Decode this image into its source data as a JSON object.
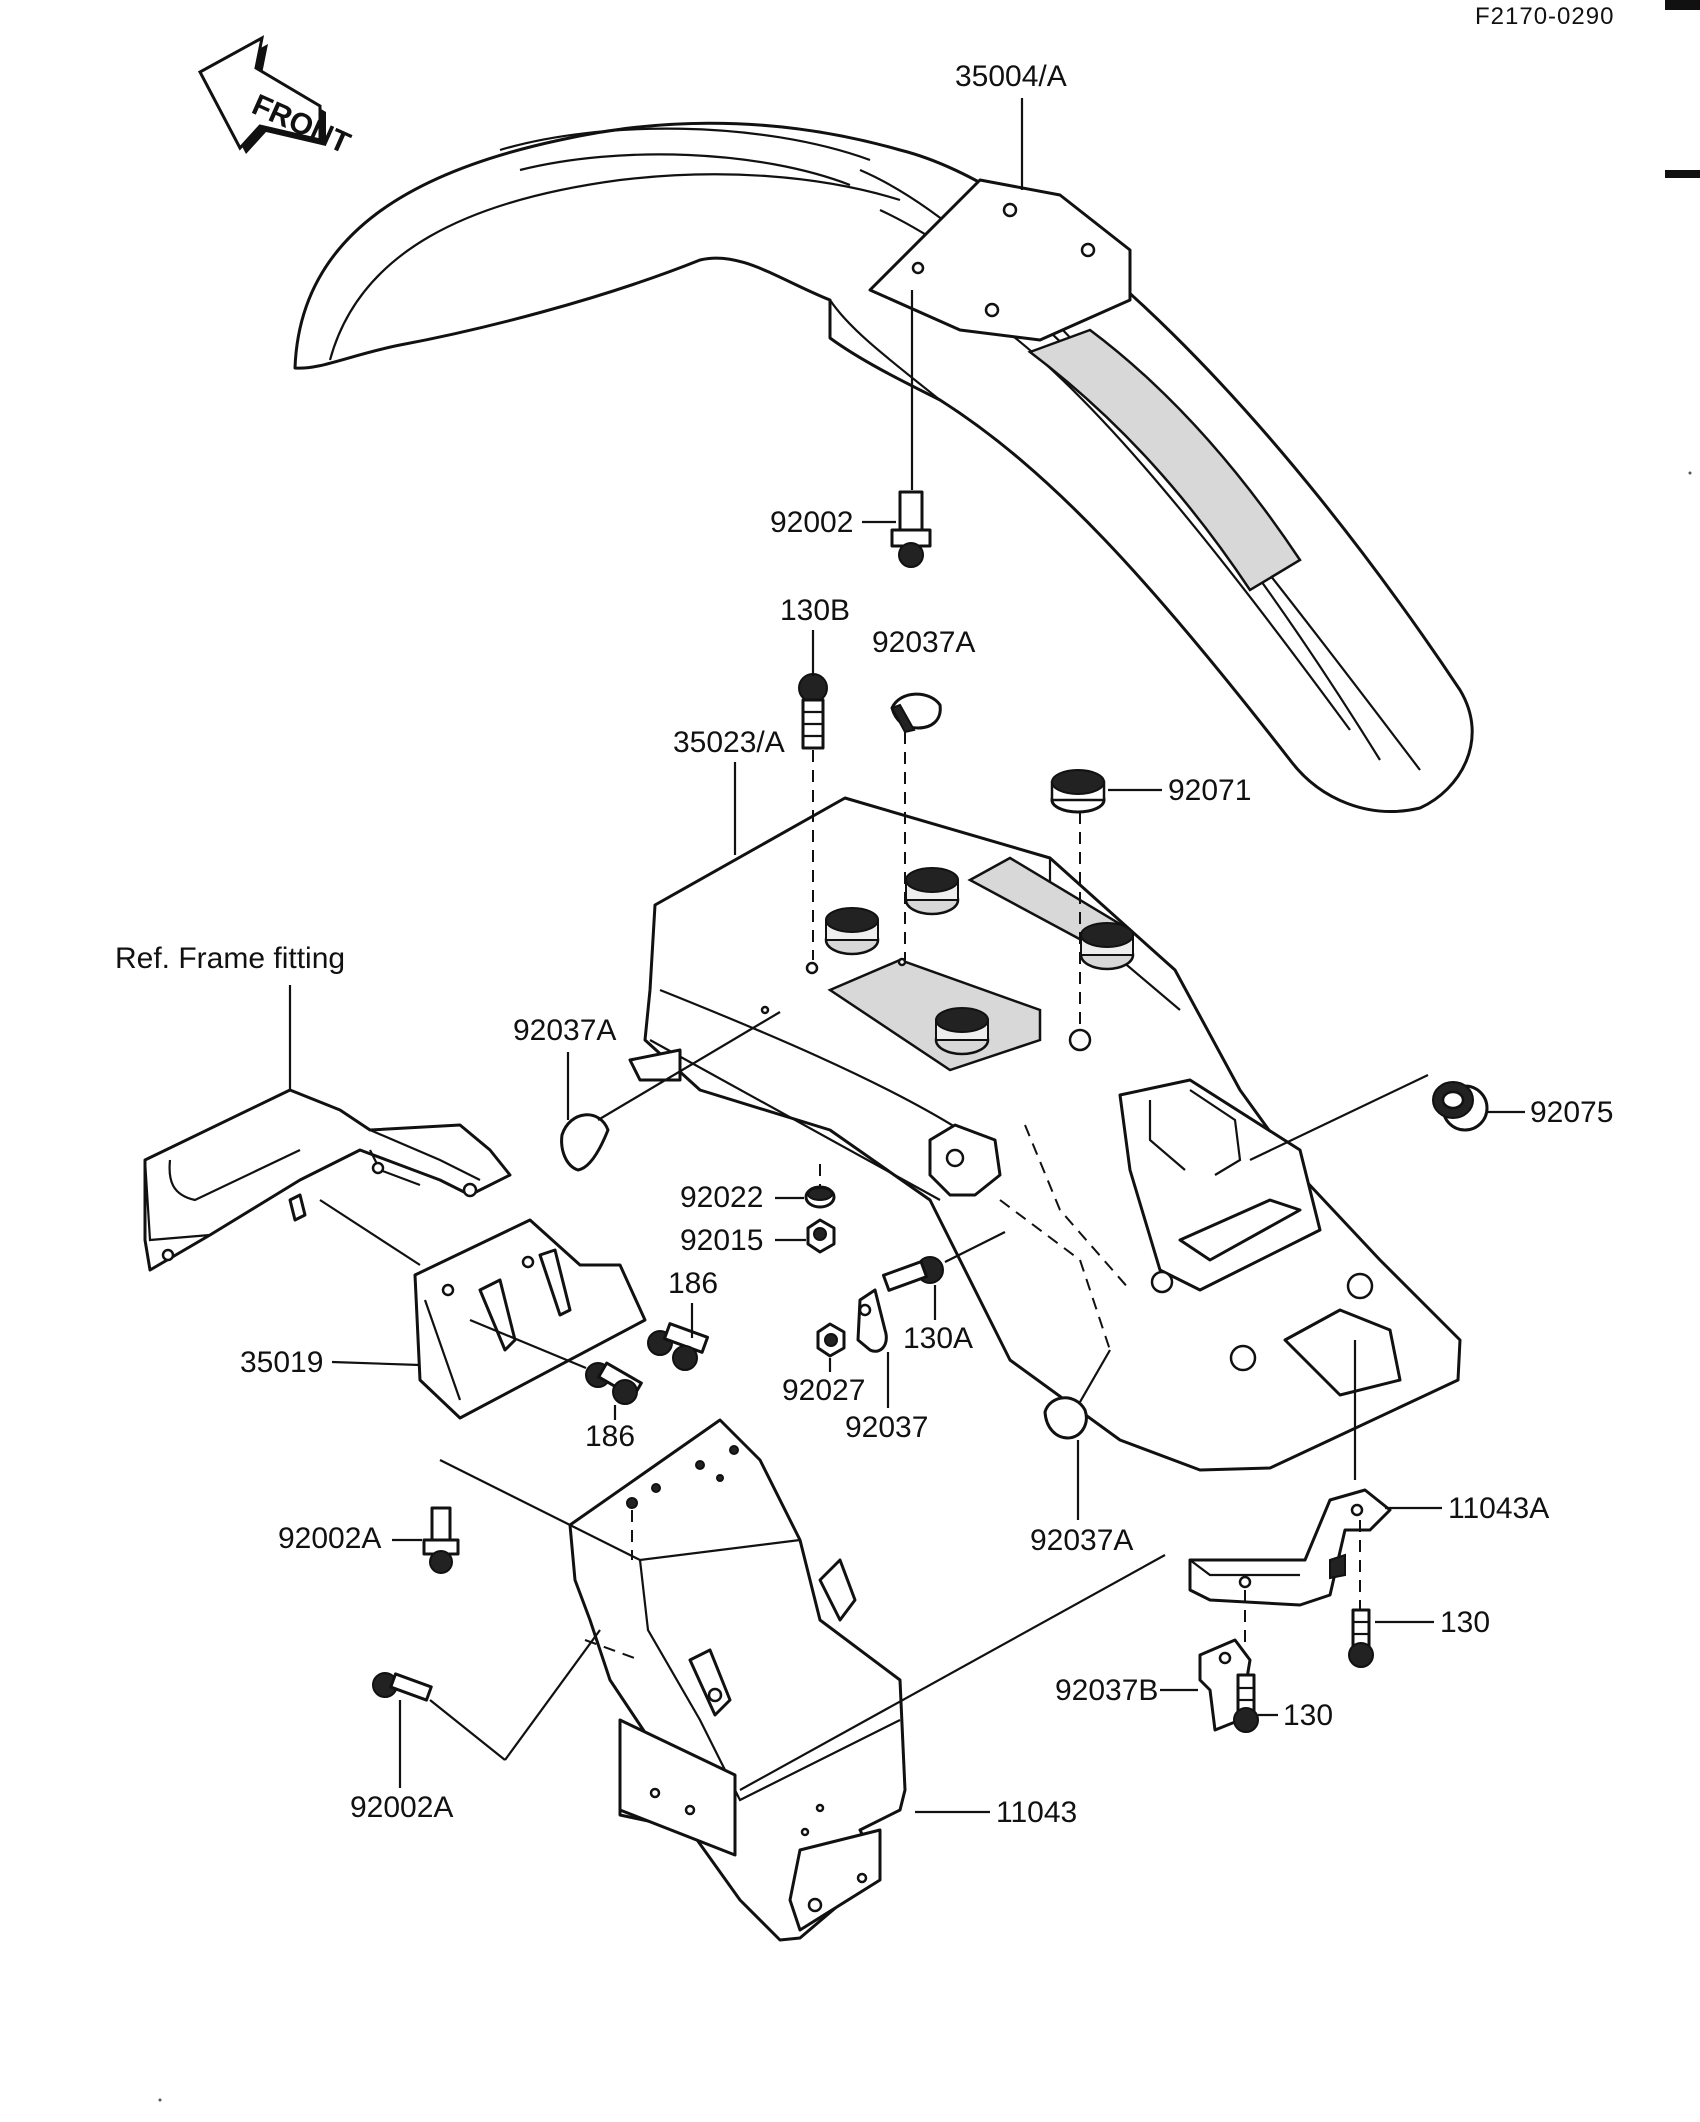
{
  "figure_code": "F2170-0290",
  "front_arrow": {
    "label": "FRONT"
  },
  "reference_note": "Ref.  Frame fitting",
  "callouts": [
    {
      "id": "35004a",
      "text": "35004/A"
    },
    {
      "id": "92002",
      "text": "92002"
    },
    {
      "id": "130b",
      "text": "130B"
    },
    {
      "id": "92037a-top",
      "text": "92037A"
    },
    {
      "id": "35023a",
      "text": "35023/A"
    },
    {
      "id": "92071",
      "text": "92071"
    },
    {
      "id": "92037a-left",
      "text": "92037A"
    },
    {
      "id": "92075",
      "text": "92075"
    },
    {
      "id": "92022",
      "text": "92022"
    },
    {
      "id": "92015",
      "text": "92015"
    },
    {
      "id": "186-top",
      "text": "186"
    },
    {
      "id": "130a",
      "text": "130A"
    },
    {
      "id": "35019",
      "text": "35019"
    },
    {
      "id": "92027",
      "text": "92027"
    },
    {
      "id": "186-bottom",
      "text": "186"
    },
    {
      "id": "92037",
      "text": "92037"
    },
    {
      "id": "92037a-bottom",
      "text": "92037A"
    },
    {
      "id": "11043a",
      "text": "11043A"
    },
    {
      "id": "92002a-top",
      "text": "92002A"
    },
    {
      "id": "130-right",
      "text": "130"
    },
    {
      "id": "92037b",
      "text": "92037B"
    },
    {
      "id": "130-lower",
      "text": "130"
    },
    {
      "id": "92002a-bottom",
      "text": "92002A"
    },
    {
      "id": "11043",
      "text": "11043"
    }
  ]
}
